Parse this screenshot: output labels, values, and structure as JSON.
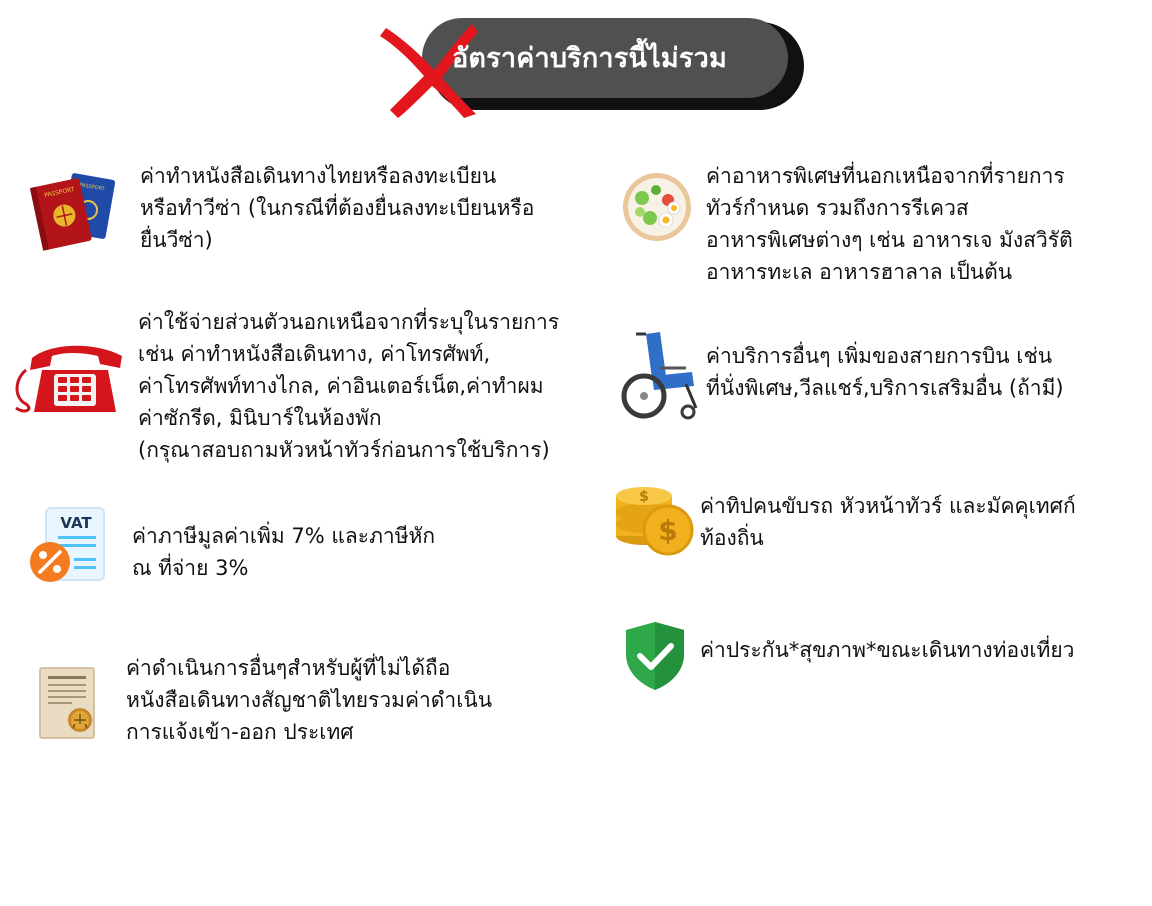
{
  "header": {
    "title": "อัตราค่าบริการนี้ไม่รวม"
  },
  "left_items": [
    {
      "icon": "passport-icon",
      "lines": [
        "ค่าทำหนังสือเดินทางไทยหรือลงทะเบียน",
        "หรือทำวีซ่า (ในกรณีที่ต้องยื่นลงทะเบียนหรือ",
        "ยื่นวีซ่า)"
      ],
      "passport_label": "PASSPORT"
    },
    {
      "icon": "telephone-icon",
      "lines": [
        "ค่าใช้จ่ายส่วนตัวนอกเหนือจากที่ระบุในรายการ",
        "เช่น ค่าทำหนังสือเดินทาง, ค่าโทรศัพท์,",
        "ค่าโทรศัพท์ทางไกล, ค่าอินเตอร์เน็ต,ค่าทำผม",
        "ค่าซักรีด, มินิบาร์ในห้องพัก",
        "(กรุณาสอบถามหัวหน้าทัวร์ก่อนการใช้บริการ)"
      ]
    },
    {
      "icon": "vat-percent-icon",
      "lines": [
        "ค่าภาษีมูลค่าเพิ่ม 7% และภาษีหัก",
        "ณ ที่จ่าย 3%"
      ],
      "vat_label": "VAT"
    },
    {
      "icon": "legal-document-icon",
      "lines": [
        "ค่าดำเนินการอื่นๆสำหรับผู้ที่ไม่ได้ถือ",
        "หนังสือเดินทางสัญชาติไทยรวมค่าดำเนิน",
        "การแจ้งเข้า-ออก ประเทศ"
      ]
    }
  ],
  "right_items": [
    {
      "icon": "salad-plate-icon",
      "lines": [
        "ค่าอาหารพิเศษที่นอกเหนือจากที่รายการ",
        "ทัวร์กำหนด รวมถึงการรีเควส",
        "อาหารพิเศษต่างๆ เช่น อาหารเจ มังสวิรัติ",
        "อาหารทะเล อาหารฮาลาล เป็นต้น"
      ]
    },
    {
      "icon": "wheelchair-icon",
      "lines": [
        "ค่าบริการอื่นๆ เพิ่มของสายการบิน เช่น",
        "ที่นั่งพิเศษ,วีลแชร์,บริการเสริมอื่น (ถ้ามี)"
      ]
    },
    {
      "icon": "gold-coins-icon",
      "lines": [
        "ค่าทิปคนขับรถ หัวหน้าทัวร์ และมัคคุเทศก์",
        "ท้องถิ่น"
      ]
    },
    {
      "icon": "shield-check-icon",
      "lines": [
        "ค่าประกัน*สุขภาพ*ขณะเดินทางท่องเที่ยว"
      ]
    }
  ],
  "colors": {
    "banner": "#505050",
    "banner_shadow": "#111111",
    "cross": "#e2161c",
    "shield": "#2fa84a",
    "coin": "#f2b01e",
    "percent": "#f47b20"
  }
}
